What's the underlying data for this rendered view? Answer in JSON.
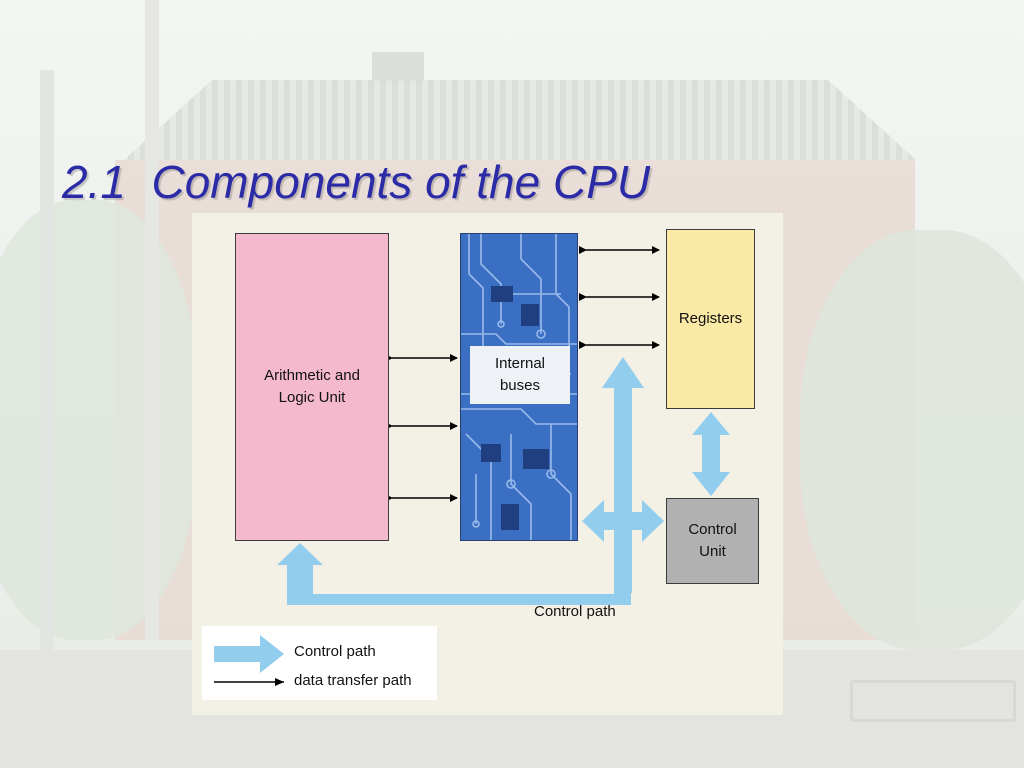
{
  "slide": {
    "title": "2.1  Components of the CPU"
  },
  "diagram": {
    "alu_label": "Arithmetic and\nLogic Unit",
    "buses_label": "Internal\nbuses",
    "registers_label": "Registers",
    "control_unit_label": "Control\nUnit",
    "control_path_label": "Control path",
    "colors": {
      "alu": "#f4b9cd",
      "registers": "#fbeaa6",
      "control_unit": "#b1b1b1",
      "buses": "#3b6fc4",
      "control_path": "#92cdee",
      "data_transfer_path": "#000000"
    }
  },
  "legend": {
    "control_path": "Control path",
    "data_transfer_path": "data transfer path"
  }
}
